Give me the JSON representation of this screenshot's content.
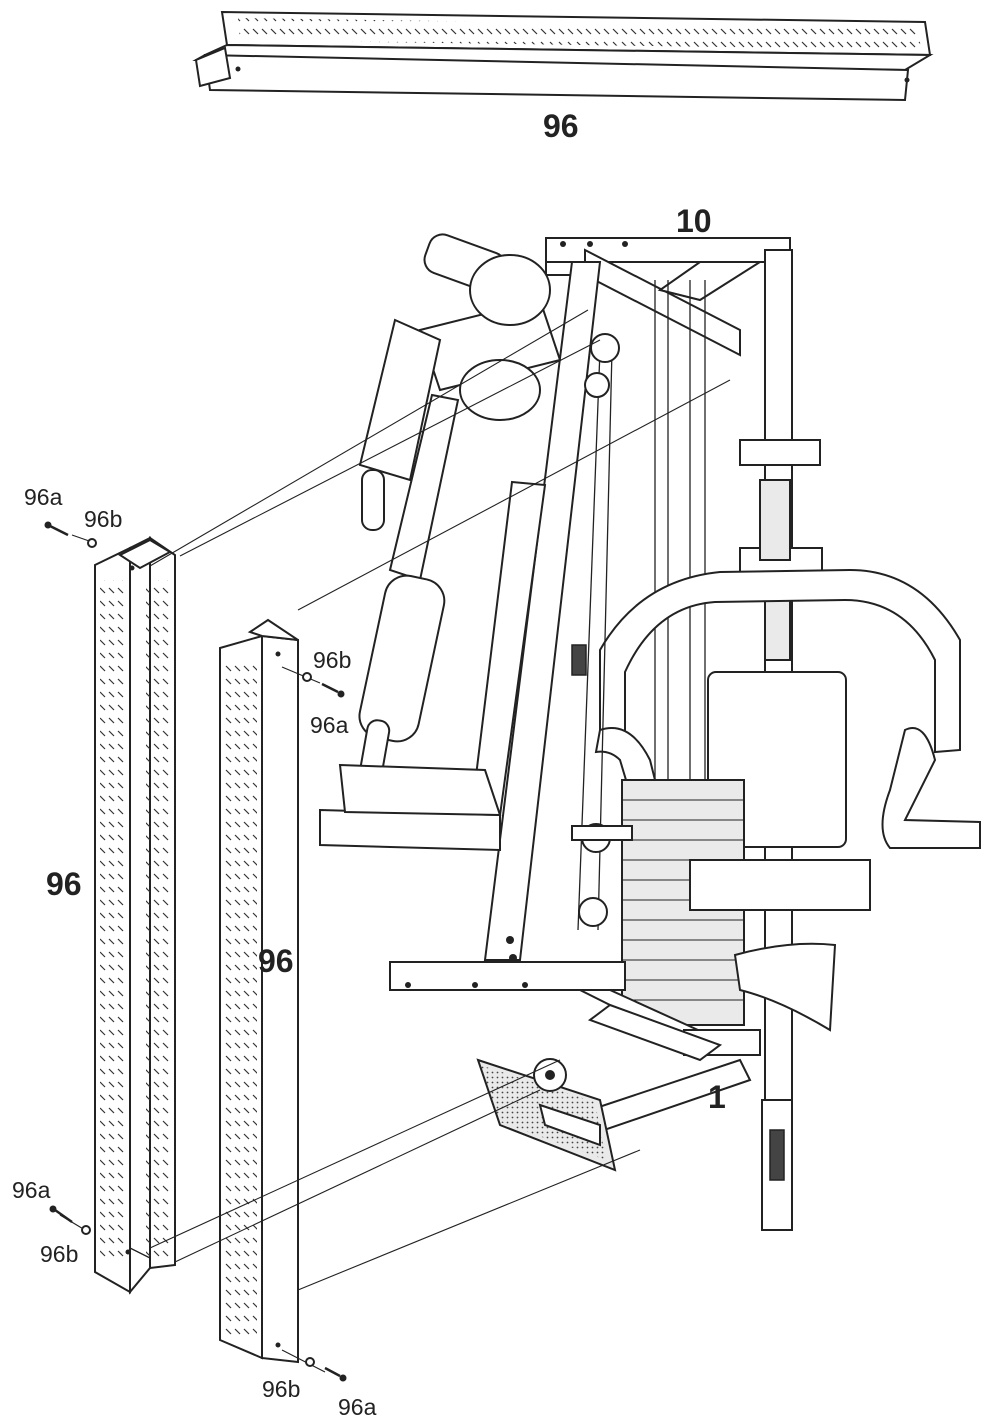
{
  "labels": {
    "top_panel": "96",
    "frame_top": "10",
    "base_frame": "1",
    "left_panel": "96",
    "middle_panel": "96",
    "screw_left_top": "96a",
    "washer_left_top": "96b",
    "washer_mid_top": "96b",
    "screw_mid_top": "96a",
    "screw_left_bottom": "96a",
    "washer_left_bottom": "96b",
    "washer_mid_bottom": "96b",
    "screw_mid_bottom": "96a"
  },
  "colors": {
    "line": "#222222",
    "background": "#ffffff",
    "shade": "#eaeaea"
  }
}
